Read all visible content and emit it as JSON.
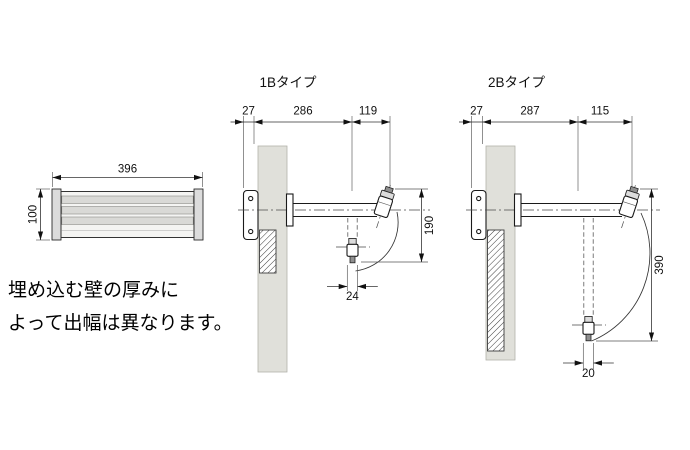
{
  "note": {
    "line1": "埋め込む壁の厚みに",
    "line2": "よって出幅は異なります。"
  },
  "front_view": {
    "width": "396",
    "height": "100"
  },
  "views": {
    "type1b": {
      "title": "1Bタイプ",
      "dim_plate": "27",
      "dim_embed": "286",
      "dim_out": "119",
      "dim_swing": "190",
      "dim_pitch": "24"
    },
    "type2b": {
      "title": "2Bタイプ",
      "dim_plate": "27",
      "dim_embed": "287",
      "dim_out": "115",
      "dim_swing": "390",
      "dim_pitch": "20"
    }
  },
  "colors": {
    "line": "#1a1a1a",
    "dim": "#333333",
    "wall_fill": "#e0e0da",
    "hatch": "#3c3c3c",
    "metal_light": "#dcdcdc",
    "metal_dark": "#8f8f8f"
  }
}
